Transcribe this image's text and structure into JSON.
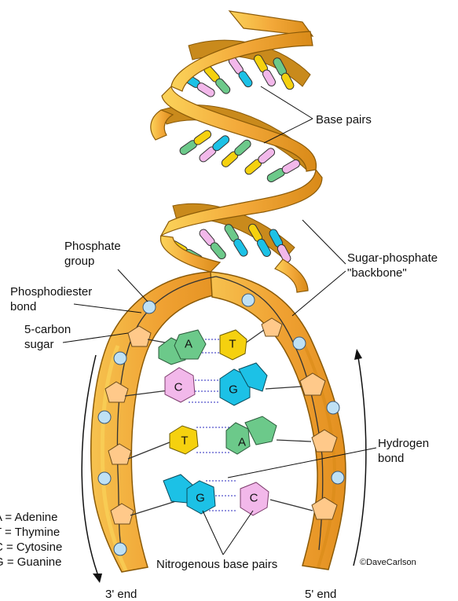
{
  "labels": {
    "base_pairs": "Base pairs",
    "phosphate_group": [
      "Phosphate",
      "group"
    ],
    "phosphodiester_bond": [
      "Phosphodiester",
      "bond"
    ],
    "five_carbon_sugar": [
      "5-carbon",
      "sugar"
    ],
    "sugar_phosphate_backbone": [
      "Sugar-phosphate",
      "\"backbone\""
    ],
    "hydrogen_bond": [
      "Hydrogen",
      "bond"
    ],
    "nitrogenous_base_pairs": "Nitrogenous base pairs",
    "three_prime_end": "3' end",
    "five_prime_end": "5' end",
    "credit": "©DaveCarlson"
  },
  "legend": [
    "A = Adenine",
    "T = Thymine",
    "C = Cytosine",
    "G = Guanine"
  ],
  "base_pairs": [
    {
      "left": "A",
      "right": "T"
    },
    {
      "left": "C",
      "right": "G"
    },
    {
      "left": "T",
      "right": "A"
    },
    {
      "left": "G",
      "right": "C"
    }
  ],
  "colors": {
    "adenine": "#6cc98a",
    "thymine": "#f5d10f",
    "cytosine": "#f2b8ea",
    "guanine": "#1cc1e6",
    "sugar": "#ffc98a",
    "phosphate": "#bfe1f5",
    "backbone": "#f0a030",
    "backbone_dark": "#b8740c",
    "hydrogen_bond": "#5555cc"
  }
}
